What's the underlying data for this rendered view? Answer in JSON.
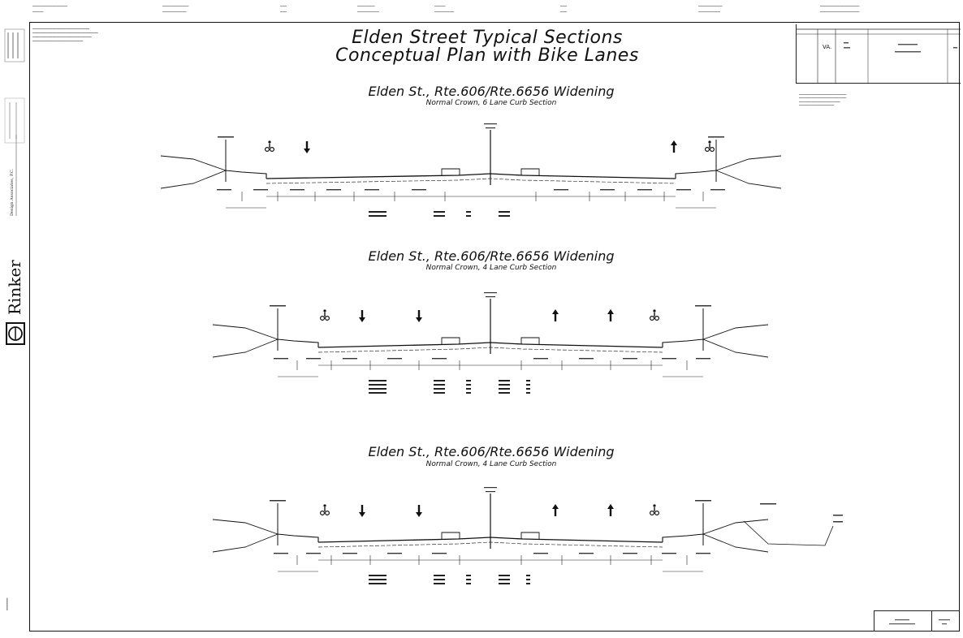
{
  "header": {
    "title_line1": "Elden Street Typical Sections",
    "title_line2": "Conceptual Plan with Bike Lanes"
  },
  "sections": [
    {
      "title": "Elden St., Rte.606/Rte.6656 Widening",
      "subtitle": "Normal Crown, 6 Lane Curb Section"
    },
    {
      "title": "Elden St., Rte.606/Rte.6656 Widening",
      "subtitle": "Normal Crown, 4 Lane Curb Section"
    },
    {
      "title": "Elden St., Rte.606/Rte.6656 Widening",
      "subtitle": "Normal Crown, 4 Lane Curb Section"
    }
  ],
  "sidebar": {
    "firm_name": "Rinker",
    "firm_sub": "Design Associates, P.C."
  },
  "title_block": {
    "state": "VA."
  },
  "colors": {
    "ink": "#111111",
    "paper": "#ffffff"
  },
  "icons": [
    "bicycle-icon",
    "arrow-down-icon",
    "arrow-up-icon",
    "logo-icon"
  ]
}
